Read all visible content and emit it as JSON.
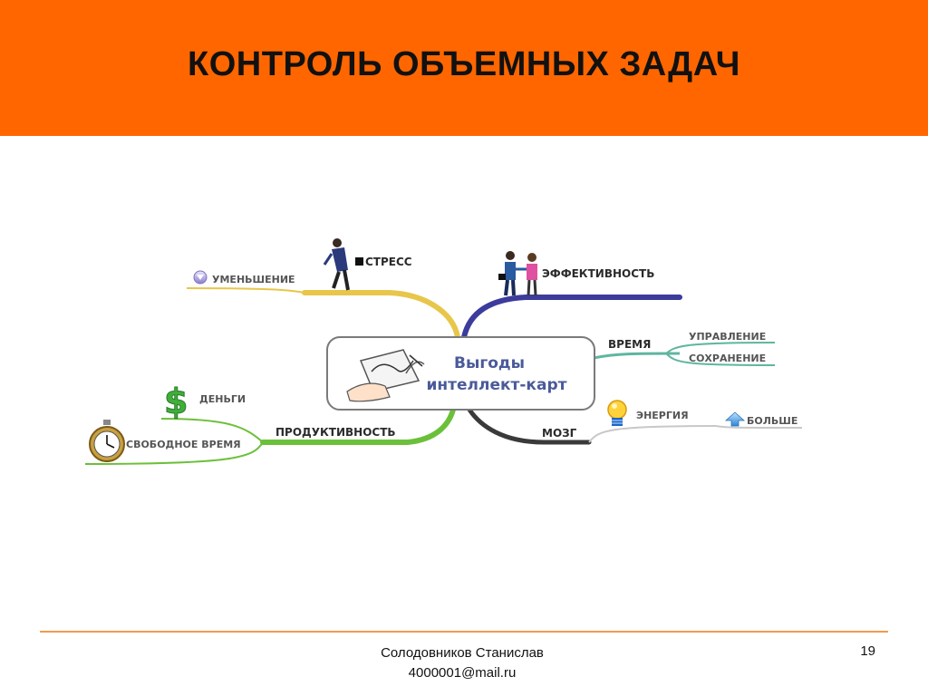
{
  "slide": {
    "title": "КОНТРОЛЬ ОБЪЕМНЫХ ЗАДАЧ",
    "author": "Солодовников Станислав",
    "email": "4000001@mail.ru",
    "page_number": "19",
    "accent_color": "#ff6600"
  },
  "mindmap": {
    "center": {
      "line1": "Выгоды",
      "line2": "интеллект-карт"
    },
    "branches": {
      "stress": "СТРЕСС",
      "reduce": "УМЕНЬШЕНИЕ",
      "efficiency": "ЭФФЕКТИВНОСТЬ",
      "time": "ВРЕМЯ",
      "manage": "УПРАВЛЕНИЕ",
      "save": "СОХРАНЕНИЕ",
      "brain": "МОЗГ",
      "energy": "ЭНЕРГИЯ",
      "more": "БОЛЬШЕ",
      "productivity": "ПРОДУКТИВНОСТЬ",
      "money": "ДЕНЬГИ",
      "free_time": "СВОБОДНОЕ ВРЕМЯ"
    }
  }
}
